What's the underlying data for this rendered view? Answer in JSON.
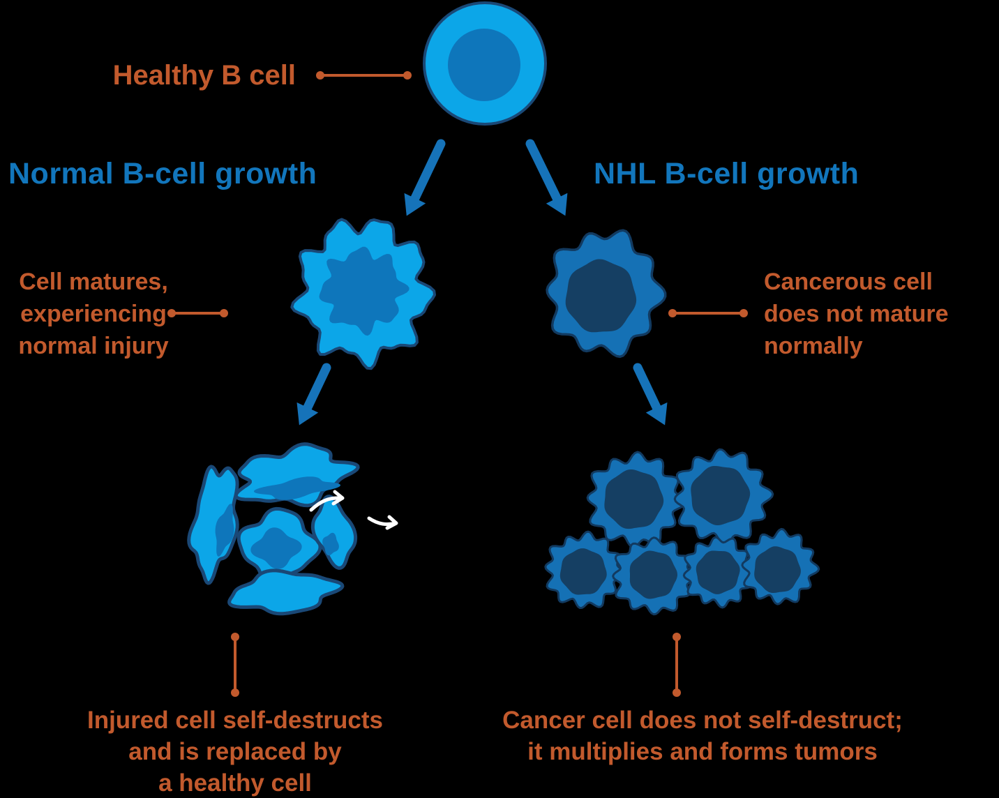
{
  "palette": {
    "background": "#000000",
    "bright_blue": "#0CA6E8",
    "medium_blue": "#0E76BB",
    "cell_body_blue": "#1571B5",
    "dark_navy": "#153F63",
    "outline_navy": "#1A4876",
    "tumor_outline": "#123A60",
    "arrow_blue": "#1673B9",
    "heading_blue": "#1276BC",
    "orange": "#C25A2D",
    "white": "#FFFFFF"
  },
  "labels": {
    "healthy_cell": "Healthy B cell",
    "normal_branch": "Normal B-cell growth",
    "nhl_branch": "NHL B-cell growth",
    "cell_matures": "Cell matures,\nexperiencing\nnormal injury",
    "cancerous_cell": "Cancerous cell\ndoes not mature\nnormally",
    "injured_outcome": "Injured cell self-destructs\nand is replaced by\na healthy cell",
    "cancer_outcome": "Cancer cell does not self-destruct;\nit multiplies and forms tumors"
  },
  "figures": {
    "healthy_b_cell": "healthy-b-cell",
    "maturing_cell": "maturing-injured-cell",
    "destructed_cell": "self-destructed-cell-fragments",
    "cancerous_cell": "immature-cancerous-cell",
    "tumor_cluster": "tumor-cell-cluster"
  }
}
